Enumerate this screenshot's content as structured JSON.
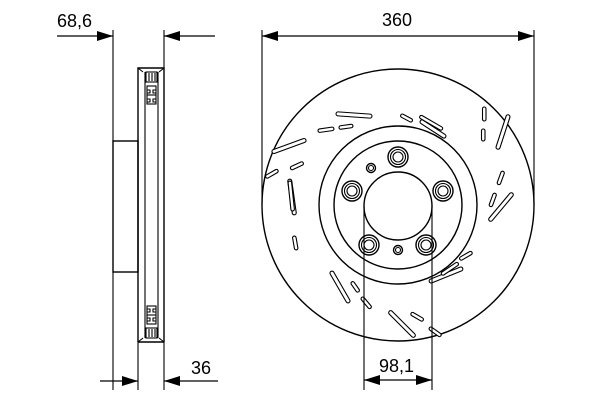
{
  "drawing": {
    "subject": "Vented slotted brake disc technical drawing",
    "views": [
      "side-section-view",
      "front-view"
    ],
    "line_color": "#000000",
    "background_color": "#ffffff"
  },
  "dimensions": {
    "overall_height": {
      "label": "68,6",
      "meaning": "total disc height (hat depth)"
    },
    "thickness": {
      "label": "36",
      "meaning": "disc thickness"
    },
    "diameter": {
      "label": "360",
      "meaning": "outer diameter"
    },
    "bore_centering": {
      "label": "98,1",
      "meaning": "center bore diameter"
    }
  },
  "front_view": {
    "bolt_holes": 5,
    "small_holes": 2,
    "slots": "curved cross-drilled/slotted pattern"
  }
}
